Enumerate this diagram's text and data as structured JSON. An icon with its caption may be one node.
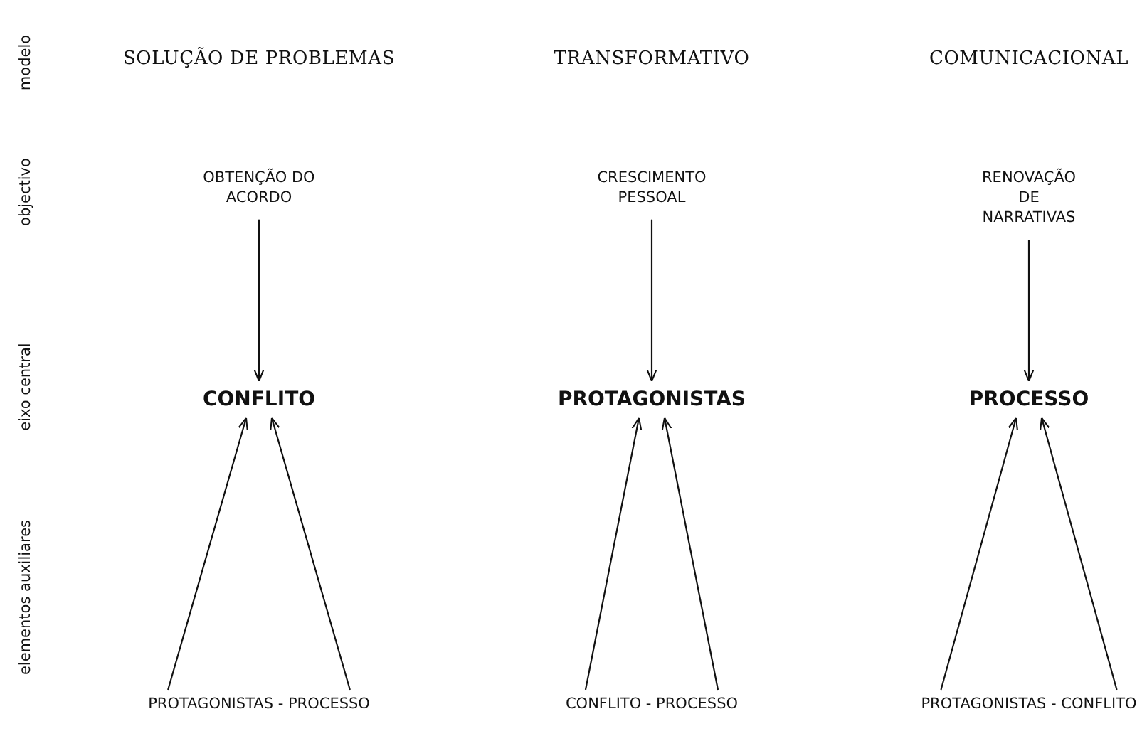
{
  "diagram": {
    "nodes": [
      {
        "text": [
          "OBTENÇÃO DO ACORDO"
        ]
      },
      {
        "text": [
          "CRESCIMENTO PESSOAL"
        ]
      },
      {
        "text": [
          "RENOVAÇÃO DE NARRATIVAS"
        ]
      },
      {
        "text": [
          "CONFLITO"
        ]
      },
      {
        "text": [
          "PROTAGONISTAS"
        ]
      },
      {
        "text": [
          "PROCESSO"
        ]
      },
      {
        "text": [
          "PROTAGONISTAS - PROCESSO"
        ]
      },
      {
        "text": [
          "CONFLITO - PROCESSO"
        ]
      },
      {
        "text": [
          "PROTAGONISTAS - CONFLITO"
        ]
      }
    ],
    "edges": [
      {
        "from": 0,
        "to": 3,
        "arrow": "to"
      },
      {
        "from": 1,
        "to": 4,
        "arrow": "to"
      },
      {
        "from": 2,
        "to": 5,
        "arrow": "to"
      },
      {
        "from": 6,
        "to": 3,
        "arrow": "to"
      },
      {
        "from": 6,
        "to": 3,
        "arrow": "to"
      },
      {
        "from": 7,
        "to": 4,
        "arrow": "to"
      },
      {
        "from": 7,
        "to": 4,
        "arrow": "to"
      },
      {
        "from": 8,
        "to": 5,
        "arrow": "to"
      },
      {
        "from": 8,
        "to": 5,
        "arrow": "to"
      }
    ],
    "labels": [
      "modelo",
      "SOLUÇÃO DE PROBLEMAS",
      "TRANSFORMATIVO",
      "COMUNICACIONAL",
      "objectivo",
      "eixo central",
      "elementos auxiliares"
    ]
  }
}
